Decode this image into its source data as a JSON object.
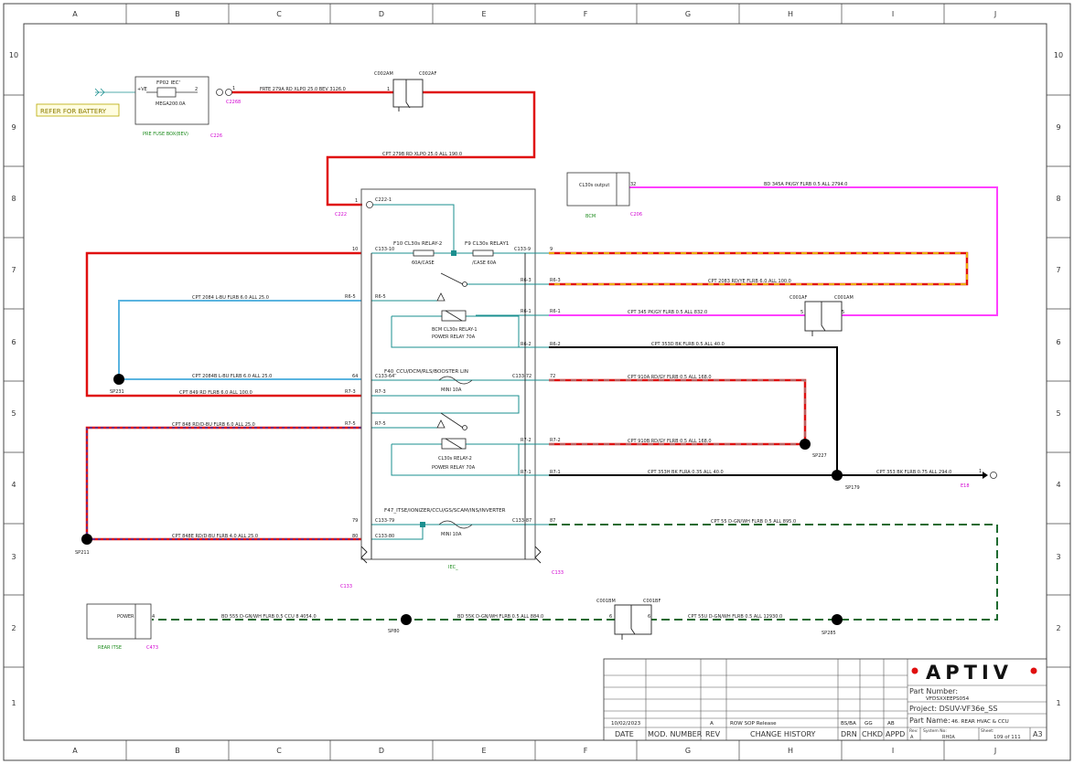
{
  "grid": {
    "columns": [
      "A",
      "B",
      "C",
      "D",
      "E",
      "F",
      "G",
      "H",
      "I",
      "J"
    ],
    "rows": [
      "10",
      "9",
      "8",
      "7",
      "6",
      "5",
      "4",
      "3",
      "2",
      "1"
    ]
  },
  "refer_note": "REFER FOR BATTERY",
  "fuse_box": {
    "name": "FP02 IEC'",
    "fuse": "MEGA200.0A",
    "pin_in": "+VE",
    "pin_out": "2",
    "location": "PRE FUSE BOX(BEV)",
    "connector": "C226",
    "conn_out": "C2268",
    "pin_1": "1"
  },
  "connectors": {
    "c002am": "C002AM",
    "c002af": "C002AF",
    "c002_pin": "1",
    "c222": "C222",
    "c222_pin": "C222-1",
    "c222_wire_pin": "1",
    "c001af": "C001AF",
    "c001am": "C001AM",
    "c001_pin": "5",
    "c001bm": "C001BM",
    "c001bf": "C001BF",
    "c001b_pin": "6",
    "e18": "E18",
    "e18_pin": "1",
    "c133_left": "C133",
    "c133_right": "C133",
    "iec": "IEC_"
  },
  "bcm": {
    "label": "CL30s output",
    "name": "BCM",
    "connector": "C206",
    "pin": "32"
  },
  "rear_itse": {
    "label": "POWER",
    "name": "REAR ITSE",
    "connector": "C473",
    "pin": "4"
  },
  "module": {
    "fuse_f10": "F10 CL30s RELAY-2",
    "fuse_f9": "F9 CL30s RELAY1",
    "fuse_f10_rating": "60A/CASE",
    "fuse_f9_rating": "/CASE 60A",
    "relay1_name": "BCM CL30s RELAY-1",
    "relay1_type": "POWER RELAY 70A",
    "fuse_f40": "F40_CCU/DCM/RLS/BOOSTER LIN",
    "fuse_f40_rating": "MINI 10A",
    "relay2_name": "CL30s RELAY-2",
    "relay2_type": "POWER RELAY 70A",
    "fuse_f47": "F47_ITSE/IONIZER/CCU/GS/SCAM/INS/INVERTER",
    "fuse_f47_rating": "MINI 10A",
    "pins_left": {
      "p10": "10",
      "c133_10": "C133-10",
      "r65": "R6-5",
      "r65i": "R6-5",
      "p64": "64",
      "c133_64": "C133-64",
      "r73": "R7-3",
      "r73i": "R7-3",
      "r75": "R7-5",
      "r75i": "R7-5",
      "p79": "79",
      "c133_79": "C133-79",
      "p80": "80",
      "c133_80": "C133-80"
    },
    "pins_right": {
      "c133_9": "C133-9",
      "p9": "9",
      "r63i": "R6-3",
      "r63": "R6-3",
      "r61i": "R6-1",
      "r61": "R6-1",
      "r62i": "R6-2",
      "r62": "R6-2",
      "c133_72": "C133-72",
      "p72": "72",
      "r72i": "R7-2",
      "r72": "R7-2",
      "r71i": "R7-1",
      "r71": "R7-1",
      "c133_87": "C133-87",
      "p87": "87"
    }
  },
  "wires": {
    "w_fuse": "FRTE 279A RD XLPO 25.0 BEV 3126.0",
    "w_279b": "CPT 279B RD XLPO 25.0 ALL 190.0",
    "w_345a": "BD 345A PK/GY FLRB 0.5 ALL 2794.0",
    "w_2083": "CPT 2083 RD/YE FLRB 6.0 ALL 100.0",
    "w_345": "CPT 345 PK/GY FLRB 0.5 ALL 832.0",
    "w_2084": "CPT 2084 L-BU FLRB 6.0 ALL 25.0",
    "w_353d": "CPT 353D BK FLRB 0.5 ALL 40.0",
    "w_2084b": "CPT 2084B L-BU FLRB 6.0 ALL 25.0",
    "w_849": "CPT 849 RD FLRB 6.0 ALL 100.0",
    "w_910a": "CPT 910A RD/GY FLRB 0.5 ALL 168.0",
    "w_848": "CPT 848 RD/D-BU FLRB 6.0 ALL 25.0",
    "w_910b": "CPT 910B RD/GY FLRB 0.5 ALL 168.0",
    "w_353h": "CPT 353H BK FLRA 0.35 ALL 40.0",
    "w_353": "CPT 353 BK FLRB 0.75 ALL 294.0",
    "w_848e": "CPT 848E RD/D-BU FLRB 4.0 ALL 25.0",
    "w_55": "CPT 55 D-GN/WH FLRB 0.5 ALL 895.0",
    "w_555a": "BD 555 D-GN/WH FLRB 0.5 CCU 8 4054.0",
    "w_55k": "BD 55K D-GN/WH FLRB 0.5 ALL 884.0",
    "w_55u": "CPT 55U D-GN/WH FLRB 0.5 ALL 12930.0"
  },
  "splices": {
    "sp231": "SP231",
    "sp211": "SP211",
    "sp227": "SP227",
    "sp179": "SP179",
    "sp80": "SP80",
    "sp285": "SP285"
  },
  "title_block": {
    "logo": "APTIV",
    "part_number_label": "Part Number:",
    "part_number": "VFDSXXEEPS054",
    "project": "Project: DSUV-VF36e_SS",
    "part_name": "Part Name:",
    "part_name_value": "46. REAR HVAC & CCU",
    "rev_row": {
      "date": "10/02/2023",
      "rev": "A",
      "history": "ROW SOP Release",
      "drn": "BS/BA",
      "chkd": "GG",
      "appd": "AB"
    },
    "headers": {
      "date": "DATE",
      "mod": "MOD. NUMBER",
      "rev": "REV",
      "history": "CHANGE HISTORY",
      "drn": "DRN",
      "chkd": "CHKD",
      "appd": "APPD"
    },
    "rev_label": "Rev:",
    "rev_value": "A",
    "system_label": "System No:",
    "system_value": "RH0A",
    "sheet_label": "Sheet:",
    "sheet_value": "109 of 111",
    "size": "A3"
  },
  "colors": {
    "red": "#e01010",
    "lightblue": "#5ab4e0",
    "magenta": "#ff40ff",
    "black": "#000000",
    "darkgreen": "#1e6b30",
    "teal": "#1a8f8f",
    "yellow": "#f0e000",
    "blue": "#2040d0"
  }
}
